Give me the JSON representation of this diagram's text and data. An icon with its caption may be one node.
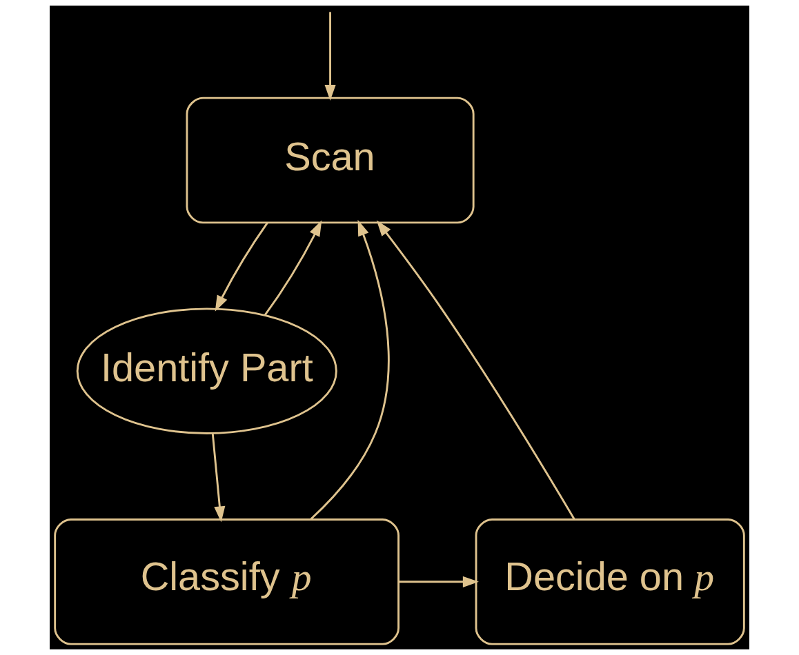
{
  "diagram": {
    "nodes": [
      {
        "text": [
          "Scan"
        ]
      },
      {
        "text": [
          "Identify Part"
        ]
      },
      {
        "text": [
          "Classify *p*"
        ]
      },
      {
        "text": [
          "Decide on *p*"
        ]
      }
    ],
    "edges": [
      {
        "from": null,
        "to": 0,
        "arrow": "to"
      },
      {
        "from": 2,
        "to": 0,
        "arrow": "to"
      },
      {
        "from": 3,
        "to": 0,
        "arrow": "to"
      },
      {
        "from": 1,
        "to": 0,
        "arrow": "to"
      },
      {
        "from": 0,
        "to": 1,
        "arrow": "to"
      },
      {
        "from": 1,
        "to": 2,
        "arrow": "to"
      },
      {
        "from": 2,
        "to": 3,
        "arrow": "to"
      }
    ]
  }
}
